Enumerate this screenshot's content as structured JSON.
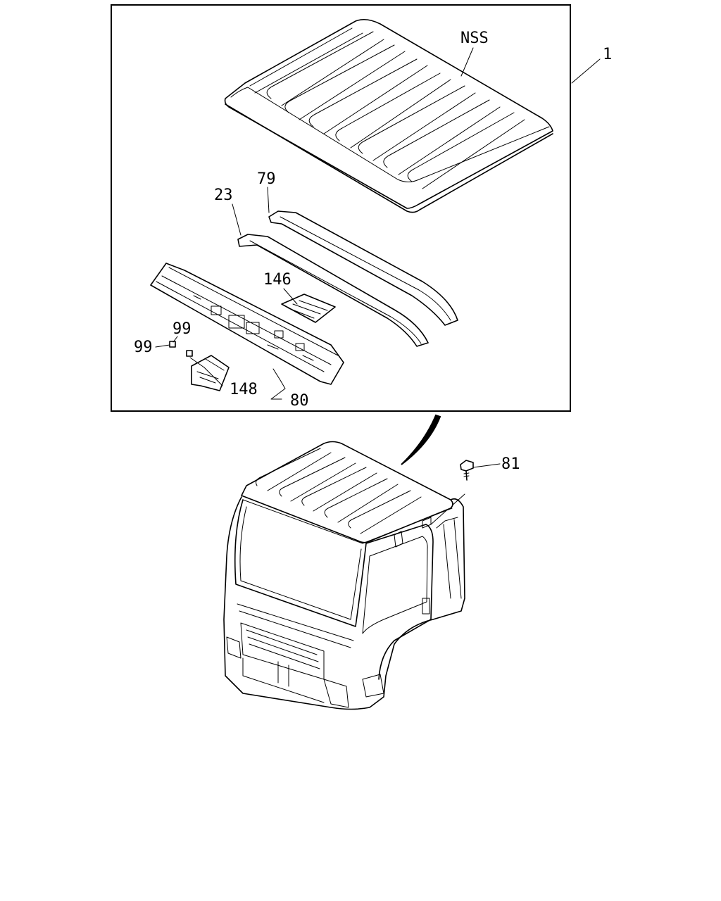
{
  "callouts": {
    "nss": "NSS",
    "assembly": "1",
    "p79": "79",
    "p23": "23",
    "p146": "146",
    "p99a": "99",
    "p99b": "99",
    "p148": "148",
    "p80": "80",
    "p81": "81"
  }
}
